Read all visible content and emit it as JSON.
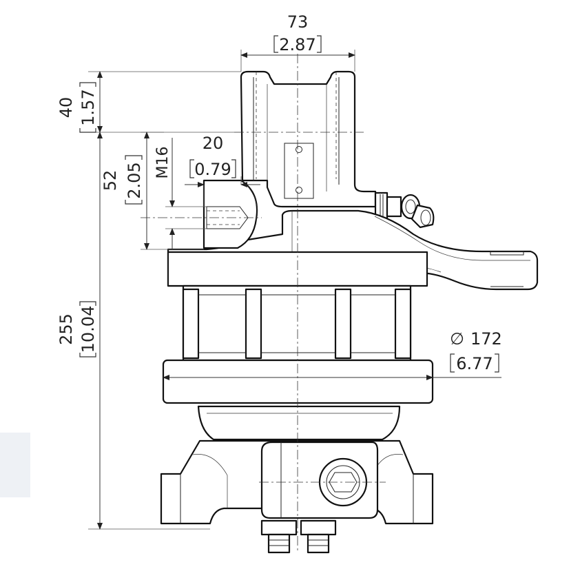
{
  "dimensions": {
    "width_top": {
      "mm": "73",
      "in": "2.87"
    },
    "eye_height": {
      "mm": "40",
      "in": "1.57"
    },
    "thread_offset": {
      "mm": "20",
      "in": "0.79"
    },
    "thread_height": {
      "mm": "52",
      "in": "2.05"
    },
    "thread_size": "M16",
    "overall_height": {
      "mm": "255",
      "in": "10.04"
    },
    "diameter": {
      "symbol": "∅",
      "mm": "172",
      "in": "6.77"
    }
  }
}
